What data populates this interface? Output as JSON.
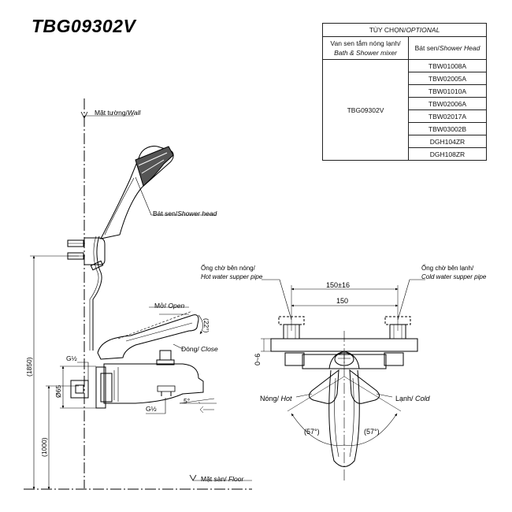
{
  "title": "TBG09302V",
  "options_table": {
    "header": "TÙY CHỌN/",
    "header_en": "OPTIONAL",
    "col1_vi": "Van sen tắm nóng lạnh/",
    "col1_en": "Bath & Shower mixer",
    "col2_vi": "Bát sen/",
    "col2_en": "Shower Head",
    "mixer_model": "TBG09302V",
    "shower_heads": [
      "TBW01008A",
      "TBW02005A",
      "TBW01010A",
      "TBW02006A",
      "TBW02017A",
      "TBW03002B",
      "DGH104ZR",
      "DGH108ZR"
    ]
  },
  "labels": {
    "wall_vi": "Mặt tường/",
    "wall_en": "Wall",
    "shower_head_vi": "Bát sen/",
    "shower_head_en": "Shower head",
    "open_vi": "Mở/ ",
    "open_en": "Open",
    "close_vi": "Đóng/ ",
    "close_en": "Close",
    "floor_vi": "Mặt sàn/ ",
    "floor_en": "Floor",
    "hot_pipe_vi": "Ống chờ bên nóng/",
    "hot_pipe_en": "Hot water supper pipe",
    "cold_pipe_vi": "Ống chờ bên lạnh/",
    "cold_pipe_en": "Cold water supper pipe",
    "hot_vi": "Nóng/ ",
    "hot_en": "Hot",
    "cold_vi": "Lạnh/ ",
    "cold_en": "Cold"
  },
  "dimensions": {
    "height_total": "(1850)",
    "height_mixer": "(1000)",
    "pipe_dia": "Ø65",
    "thread_top": "G½",
    "thread_bottom": "G½",
    "handle_angle": "(22°)",
    "spout_angle": "5°",
    "pipe_span_tol": "150±16",
    "pipe_span": "150",
    "offset": "0~6",
    "rotate_left": "(57°)",
    "rotate_right": "(57°)"
  }
}
